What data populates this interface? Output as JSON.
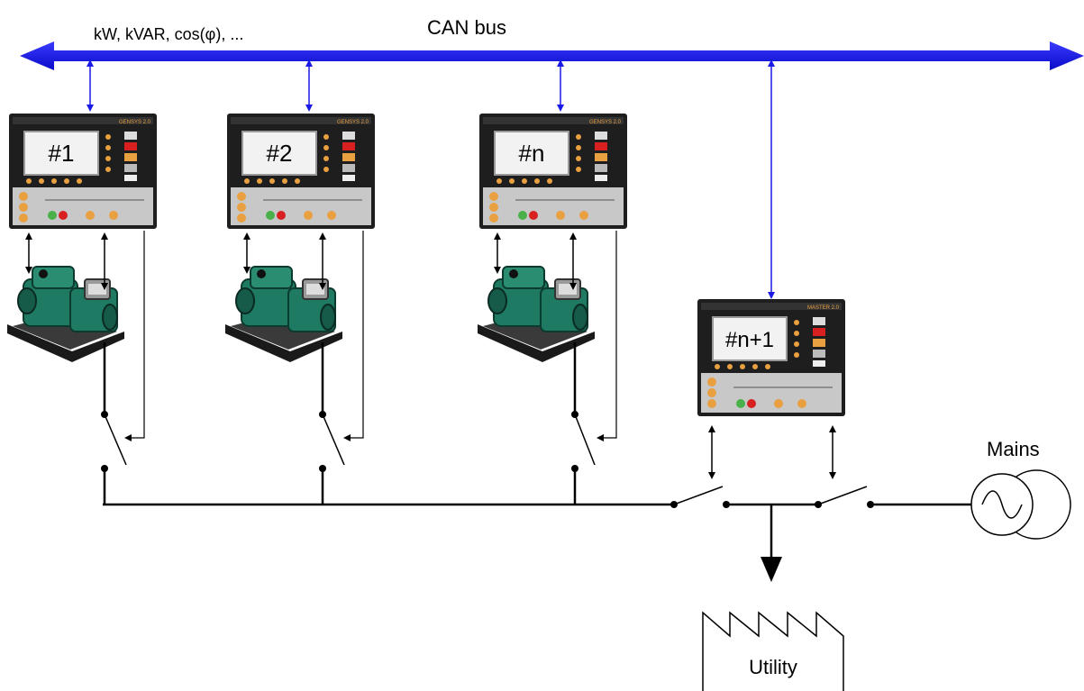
{
  "bus": {
    "label": "CAN bus",
    "signals": "kW, kVAR, cos(φ), ...",
    "color": "#1a1ae6"
  },
  "controllers": [
    {
      "id": "#1",
      "model": "GENSYS 2.0"
    },
    {
      "id": "#2",
      "model": "GENSYS 2.0"
    },
    {
      "id": "#n",
      "model": "GENSYS 2.0"
    },
    {
      "id": "#n+1",
      "model": "MASTER 2.0"
    }
  ],
  "mains": {
    "label": "Mains"
  },
  "utility": {
    "label": "Utility"
  },
  "colors": {
    "panel": "#1e1e1e",
    "bezel": "#c8c8c8",
    "genset_green": "#1f7a63",
    "button_orange": "#e8a040",
    "led_red": "#d82020",
    "led_green": "#4ab04a"
  }
}
